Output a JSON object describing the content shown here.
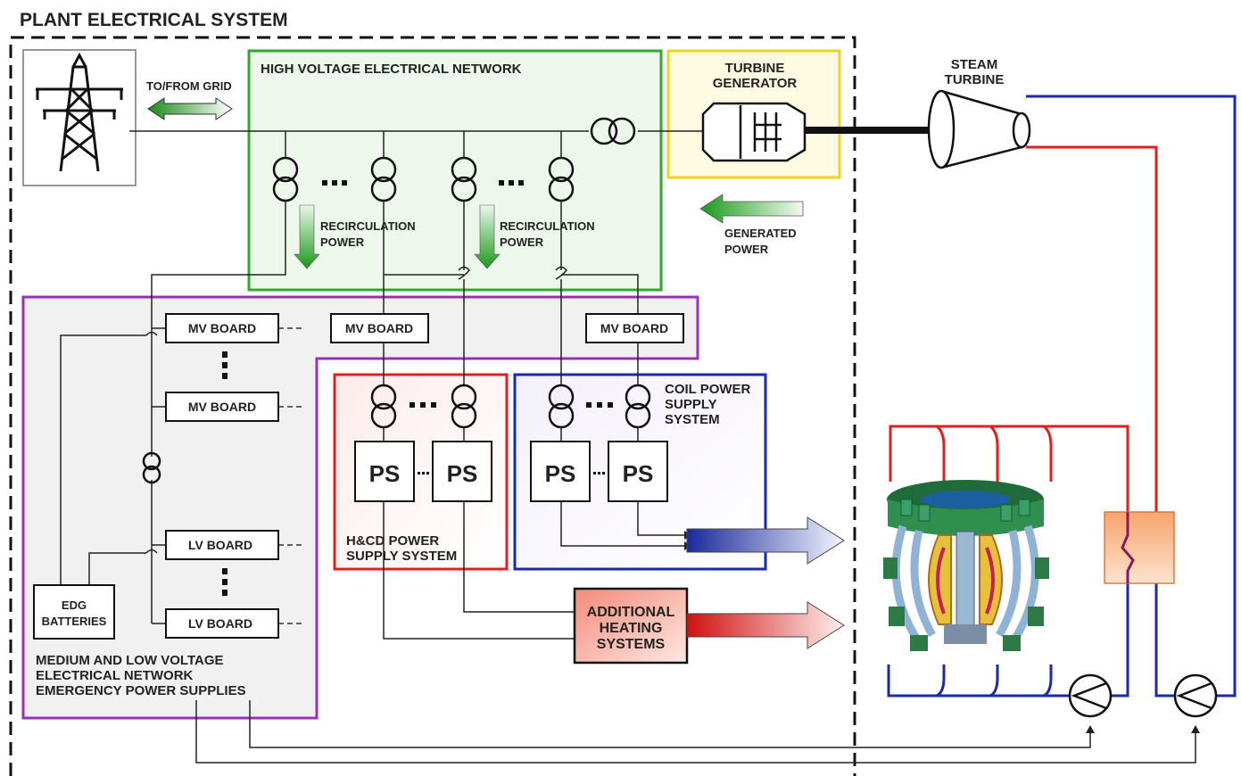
{
  "title": "PLANT ELECTRICAL SYSTEM",
  "labels": {
    "to_from_grid": "TO/FROM GRID",
    "hv_network": "HIGH VOLTAGE ELECTRICAL NETWORK",
    "turbine_generator_1": "TURBINE",
    "turbine_generator_2": "GENERATOR",
    "steam_turbine_1": "STEAM",
    "steam_turbine_2": "TURBINE",
    "recirculation_1": "RECIRCULATION",
    "recirculation_2": "POWER",
    "generated_1": "GENERATED",
    "generated_2": "POWER",
    "mv_board": "MV BOARD",
    "lv_board": "LV BOARD",
    "edg_1": "EDG",
    "edg_2": "BATTERIES",
    "mlv_1": "MEDIUM AND LOW VOLTAGE",
    "mlv_2": "ELECTRICAL NETWORK",
    "mlv_3": "EMERGENCY POWER SUPPLIES",
    "coil_1": "COIL POWER",
    "coil_2": "SUPPLY",
    "coil_3": "SYSTEM",
    "hcd_1": "H&CD POWER",
    "hcd_2": "SUPPLY SYSTEM",
    "ps": "PS",
    "additional_1": "ADDITIONAL",
    "additional_2": "HEATING",
    "additional_3": "SYSTEMS"
  },
  "colors": {
    "hv_border": "#2eaa2e",
    "turbine_border": "#f2d21e",
    "purple": "#9b30b8",
    "red": "#e02020",
    "blue": "#1a2aa8",
    "dashed": "#111111"
  }
}
